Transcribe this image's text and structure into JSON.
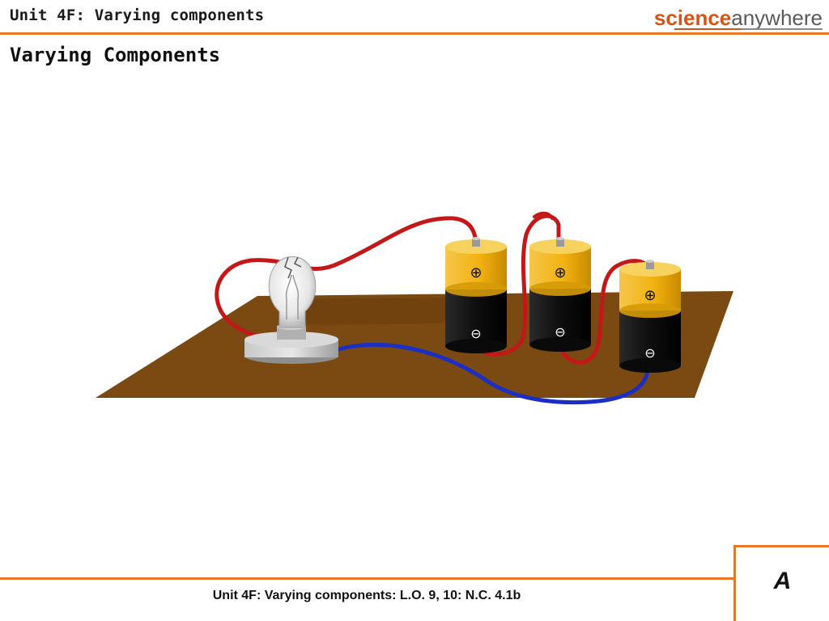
{
  "header": {
    "title": "Unit 4F: Varying components",
    "logo_part1": "science",
    "logo_part2": "anywhere"
  },
  "slide": {
    "heading": "Varying Components",
    "corner_label": "A",
    "footer": "Unit 4F: Varying components: L.O. 9, 10: N.C. 4.1b"
  },
  "circuit": {
    "battery_positive_symbol": "⊕",
    "battery_negative_symbol": "⊖",
    "battery_count": 3,
    "colors": {
      "board": "#7a4a12",
      "red_wire": "#c41818",
      "blue_wire": "#1c2fc2",
      "battery_top": "#f2b211",
      "battery_body": "#111111",
      "accent": "#e8772a"
    }
  }
}
